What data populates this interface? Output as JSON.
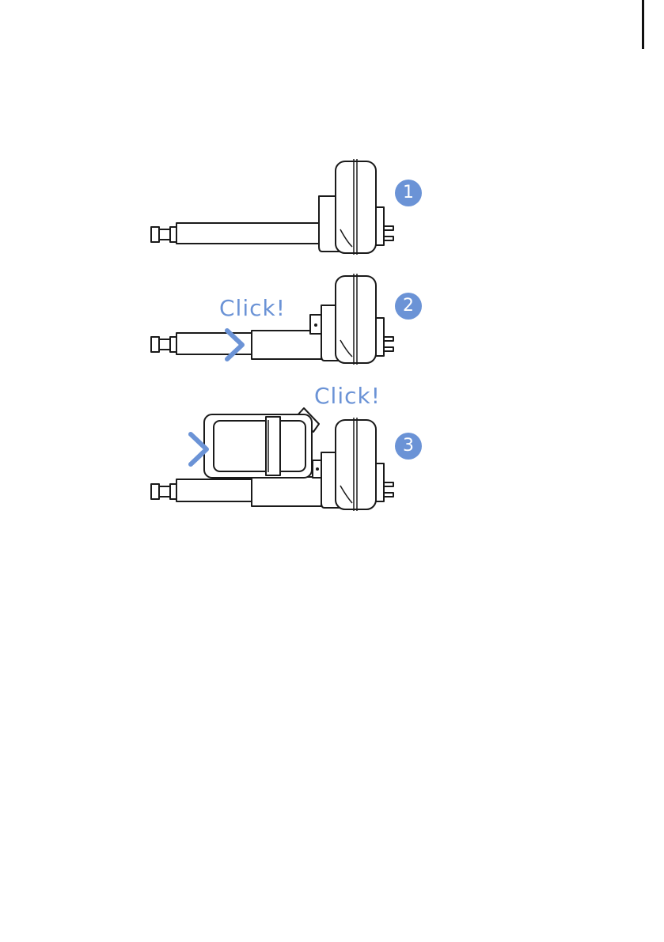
{
  "colors": {
    "accent": "#6b93d6",
    "line": "#1a1a1a",
    "background": "#ffffff"
  },
  "steps": [
    {
      "number": "1"
    },
    {
      "number": "2",
      "note": "Click!"
    },
    {
      "number": "3",
      "note": "Click!"
    }
  ],
  "icons": [
    "chevron-right-icon",
    "chevron-right-icon"
  ]
}
